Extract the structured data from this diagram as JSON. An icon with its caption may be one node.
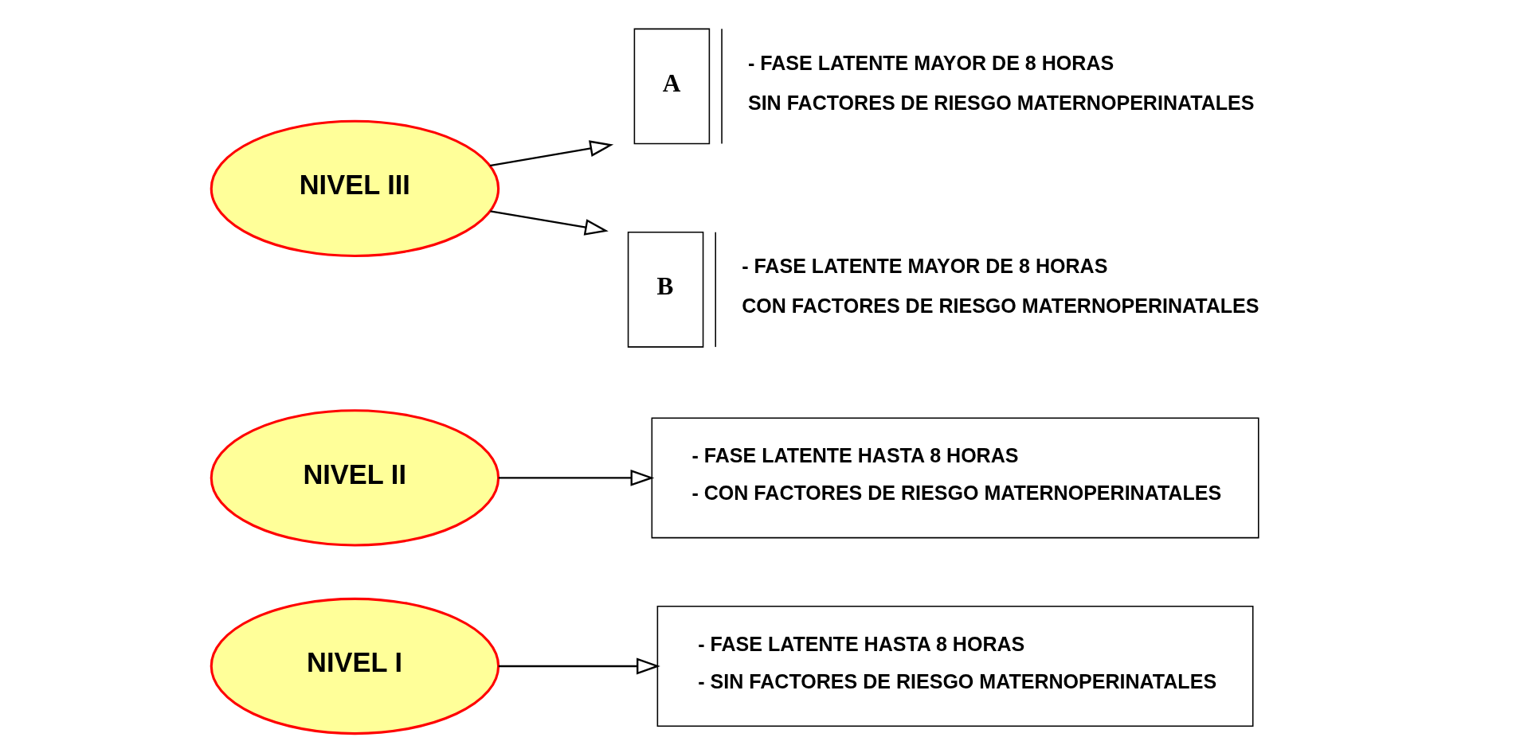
{
  "diagram": {
    "nodes": [
      {
        "text": [
          "NIVEL I"
        ]
      },
      {
        "text": [
          "- FASE LATENTE HASTA 8 HORAS",
          "- SIN FACTORES DE RIESGO MATERNOPERINATALES"
        ]
      },
      {
        "text": [
          "NIVEL II"
        ]
      },
      {
        "text": [
          "- FASE LATENTE HASTA 8 HORAS",
          "- CON FACTORES DE RIESGO MATERNOPERINATALES"
        ]
      },
      {
        "text": [
          "NIVEL III"
        ]
      },
      {
        "text": [
          "A"
        ],
        "beside": [
          "- FASE LATENTE MAYOR DE 8 HORAS",
          "SIN FACTORES DE RIESGO MATERNOPERINATALES"
        ]
      },
      {
        "text": [
          "B"
        ],
        "beside": [
          "- FASE LATENTE MAYOR DE 8 HORAS",
          "CON FACTORES DE RIESGO MATERNOPERINATALES"
        ]
      }
    ],
    "edges": [
      {
        "from": 0,
        "to": 1,
        "arrow": "to"
      },
      {
        "from": 2,
        "to": 3,
        "arrow": "to"
      },
      {
        "from": 4,
        "to": 5,
        "arrow": "to"
      },
      {
        "from": 4,
        "to": 6,
        "arrow": "to"
      }
    ]
  }
}
